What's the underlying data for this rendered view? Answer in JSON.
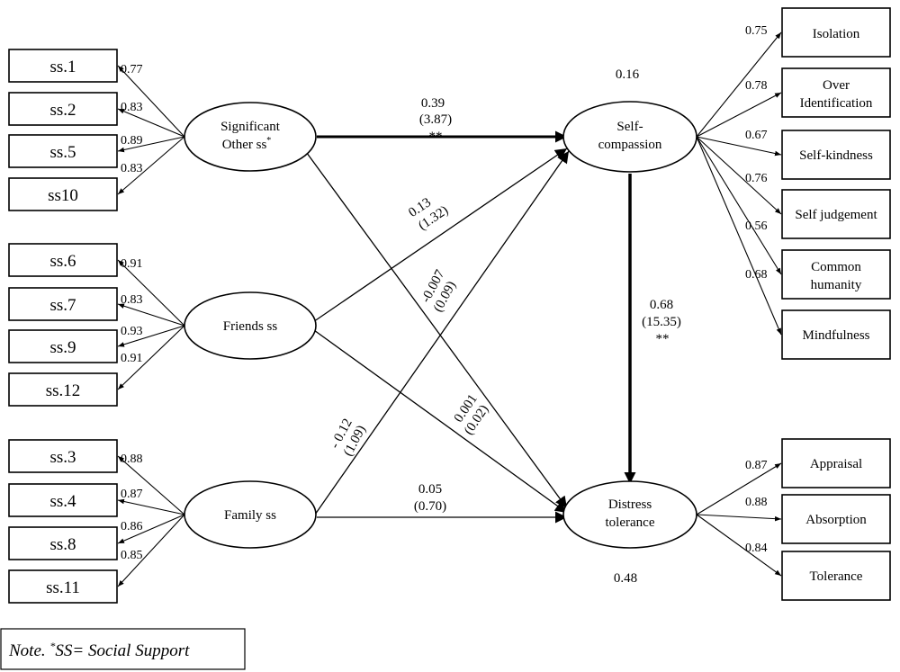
{
  "latents": {
    "significant_other": {
      "line1": "Significant",
      "line2": "Other ss",
      "sup": "*"
    },
    "friends": {
      "label": "Friends ss"
    },
    "family": {
      "label": "Family ss"
    },
    "self_compassion": {
      "line1": "Self-",
      "line2": "compassion"
    },
    "distress_tolerance": {
      "line1": "Distress",
      "line2": "tolerance"
    }
  },
  "indicators": {
    "significant_other": [
      {
        "label": "ss.1",
        "loading": "0.77"
      },
      {
        "label": "ss.2",
        "loading": "0.83"
      },
      {
        "label": "ss.5",
        "loading": "0.89"
      },
      {
        "label": "ss10",
        "loading": "0.83"
      }
    ],
    "friends": [
      {
        "label": "ss.6",
        "loading": "0.91"
      },
      {
        "label": "ss.7",
        "loading": "0.83"
      },
      {
        "label": "ss.9",
        "loading": "0.93"
      },
      {
        "label": "ss.12",
        "loading": "0.91"
      }
    ],
    "family": [
      {
        "label": "ss.3",
        "loading": "0.88"
      },
      {
        "label": "ss.4",
        "loading": "0.87"
      },
      {
        "label": "ss.8",
        "loading": "0.86"
      },
      {
        "label": "ss.11",
        "loading": "0.85"
      }
    ],
    "self_compassion": [
      {
        "label": "Isolation",
        "loading": "0.75"
      },
      {
        "label": "Over",
        "label2": "Identification",
        "loading": "0.78"
      },
      {
        "label": "Self-kindness",
        "loading": "0.67"
      },
      {
        "label": "Self judgement",
        "loading": "0.76"
      },
      {
        "label": "Common",
        "label2": "humanity",
        "loading": "0.56"
      },
      {
        "label": "Mindfulness",
        "loading": "0.68"
      }
    ],
    "distress_tolerance": [
      {
        "label": "Appraisal",
        "loading": "0.87"
      },
      {
        "label": "Absorption",
        "loading": "0.88"
      },
      {
        "label": "Tolerance",
        "loading": "0.84"
      }
    ]
  },
  "paths": {
    "so_sc": {
      "coef": "0.39",
      "t": "(3.87)",
      "sig": "**"
    },
    "fr_sc": {
      "coef": "0.13",
      "t": "(1.32)"
    },
    "so_dt": {
      "coef": "-0.007",
      "t": "(0.09)"
    },
    "fa_sc": {
      "coef": "- 0.12",
      "t": "(1.09)"
    },
    "fr_dt": {
      "coef": "0.001",
      "t": "(0.02)"
    },
    "fa_dt": {
      "coef": "0.05",
      "t": "(0.70)"
    },
    "sc_dt": {
      "coef": "0.68",
      "t": "(15.35)",
      "sig": "**"
    }
  },
  "r_squared": {
    "self_compassion": "0.16",
    "distress_tolerance": "0.48"
  },
  "note": {
    "prefix": "Note. ",
    "sup": "*",
    "text": "SS= Social Support"
  }
}
